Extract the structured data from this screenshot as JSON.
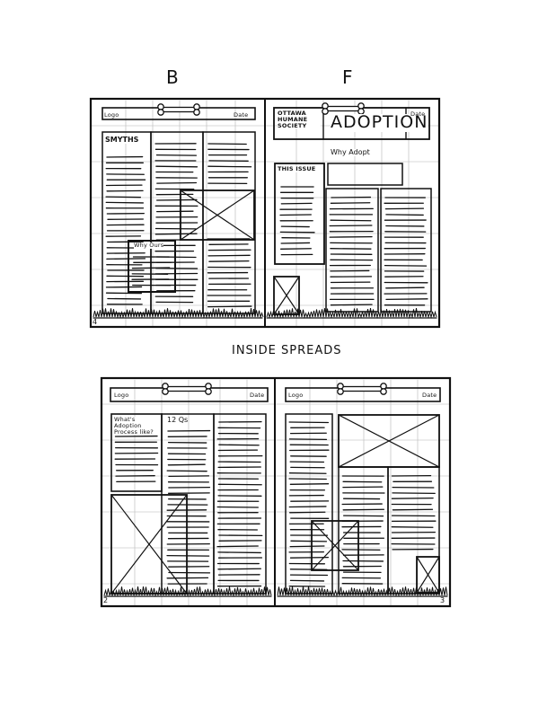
{
  "page_labels": {
    "back_label": "B",
    "front_label": "F",
    "section_label": "INSIDE SPREADS"
  },
  "cover_spread": {
    "back_page": {
      "logo": "Logo",
      "date": "Date",
      "headline": "SMYTHS",
      "sidebar_title": "Why Ours",
      "page_number": "4"
    },
    "front_page": {
      "masthead": "OTTAWA HUMANE SOCIETY",
      "title": "ADOPTION",
      "date": "Date",
      "subhead": "Why Adopt",
      "contents_title": "THIS ISSUE"
    }
  },
  "inside_spread": {
    "left_page": {
      "logo": "Logo",
      "date": "Date",
      "headline": "What's Adoption Process like?",
      "qa_title": "12 Qs",
      "page_number": "2"
    },
    "right_page": {
      "logo": "Logo",
      "date": "Date",
      "page_number": "3"
    }
  }
}
